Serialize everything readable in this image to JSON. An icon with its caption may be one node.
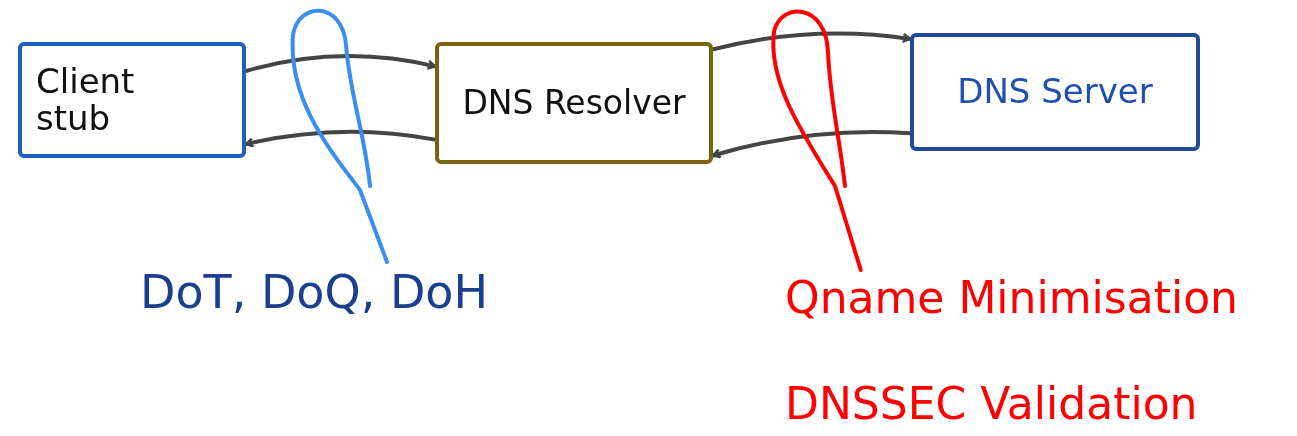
{
  "diagram": {
    "nodes": [
      {
        "text": [
          "Client stub"
        ]
      },
      {
        "text": [
          "DNS Resolver"
        ]
      },
      {
        "text": [
          "DNS Server"
        ]
      },
      {
        "text": [
          "DoT, DoQ, DoH"
        ]
      },
      {
        "text": [
          "Qname Minimisation"
        ]
      }
    ],
    "edges": [
      {
        "from": 0,
        "to": 1,
        "arrow": "to"
      },
      {
        "from": 1,
        "to": 0,
        "arrow": "to"
      },
      {
        "from": 1,
        "to": 2,
        "arrow": "to"
      },
      {
        "from": 2,
        "to": 1,
        "arrow": "to"
      },
      {
        "from": 3,
        "to": null,
        "arrow": "none",
        "color": "#3a8ef0"
      },
      {
        "from": 4,
        "to": null,
        "arrow": "none",
        "color": "#ff0000"
      }
    ],
    "labels": [
      "DNSSEC Validation"
    ]
  }
}
